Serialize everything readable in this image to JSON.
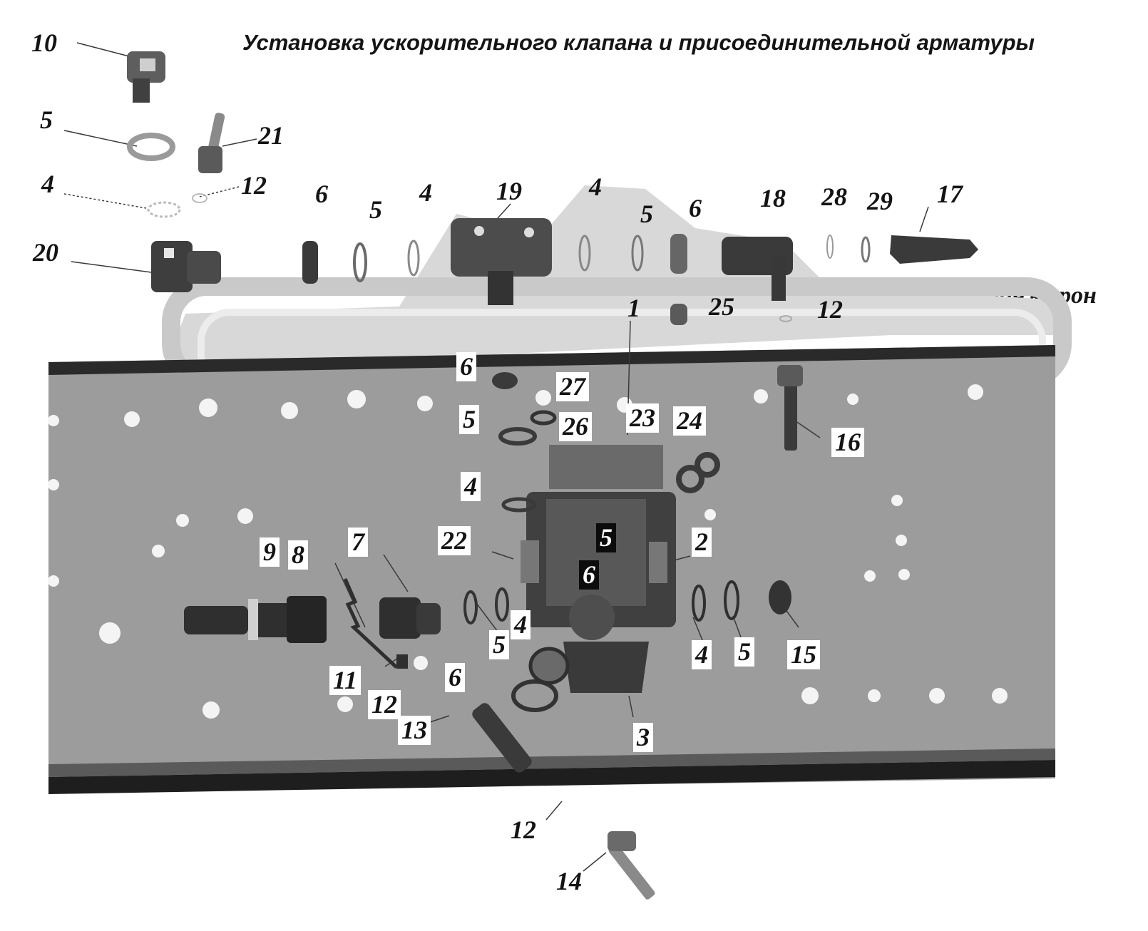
{
  "title": "Установка ускорительного клапана и присоединительной арматуры",
  "beam_label": "Левый лонжерон",
  "callouts": [
    {
      "text": "10",
      "style": "plain"
    },
    {
      "text": "5",
      "style": "plain"
    },
    {
      "text": "21",
      "style": "plain"
    },
    {
      "text": "4",
      "style": "plain"
    },
    {
      "text": "12",
      "style": "plain"
    },
    {
      "text": "20",
      "style": "plain"
    },
    {
      "text": "6",
      "style": "plain"
    },
    {
      "text": "5",
      "style": "plain"
    },
    {
      "text": "4",
      "style": "plain"
    },
    {
      "text": "19",
      "style": "plain"
    },
    {
      "text": "4",
      "style": "plain"
    },
    {
      "text": "5",
      "style": "plain"
    },
    {
      "text": "6",
      "style": "plain"
    },
    {
      "text": "18",
      "style": "plain"
    },
    {
      "text": "28",
      "style": "plain"
    },
    {
      "text": "29",
      "style": "plain"
    },
    {
      "text": "17",
      "style": "plain"
    },
    {
      "text": "1",
      "style": "plain"
    },
    {
      "text": "25",
      "style": "plain"
    },
    {
      "text": "12",
      "style": "plain"
    },
    {
      "text": "6",
      "style": "boxed"
    },
    {
      "text": "27",
      "style": "boxed"
    },
    {
      "text": "5",
      "style": "boxed"
    },
    {
      "text": "26",
      "style": "boxed"
    },
    {
      "text": "23",
      "style": "boxed"
    },
    {
      "text": "24",
      "style": "boxed"
    },
    {
      "text": "16",
      "style": "boxed"
    },
    {
      "text": "4",
      "style": "boxed"
    },
    {
      "text": "9",
      "style": "boxed"
    },
    {
      "text": "8",
      "style": "boxed"
    },
    {
      "text": "7",
      "style": "boxed"
    },
    {
      "text": "22",
      "style": "boxed"
    },
    {
      "text": "5",
      "style": "inverted"
    },
    {
      "text": "6",
      "style": "inverted"
    },
    {
      "text": "2",
      "style": "boxed"
    },
    {
      "text": "4",
      "style": "boxed"
    },
    {
      "text": "5",
      "style": "boxed"
    },
    {
      "text": "4",
      "style": "boxed"
    },
    {
      "text": "5",
      "style": "boxed"
    },
    {
      "text": "15",
      "style": "boxed"
    },
    {
      "text": "11",
      "style": "boxed"
    },
    {
      "text": "6",
      "style": "boxed"
    },
    {
      "text": "12",
      "style": "boxed"
    },
    {
      "text": "13",
      "style": "boxed"
    },
    {
      "text": "3",
      "style": "boxed"
    },
    {
      "text": "12",
      "style": "plain"
    },
    {
      "text": "14",
      "style": "plain"
    }
  ]
}
